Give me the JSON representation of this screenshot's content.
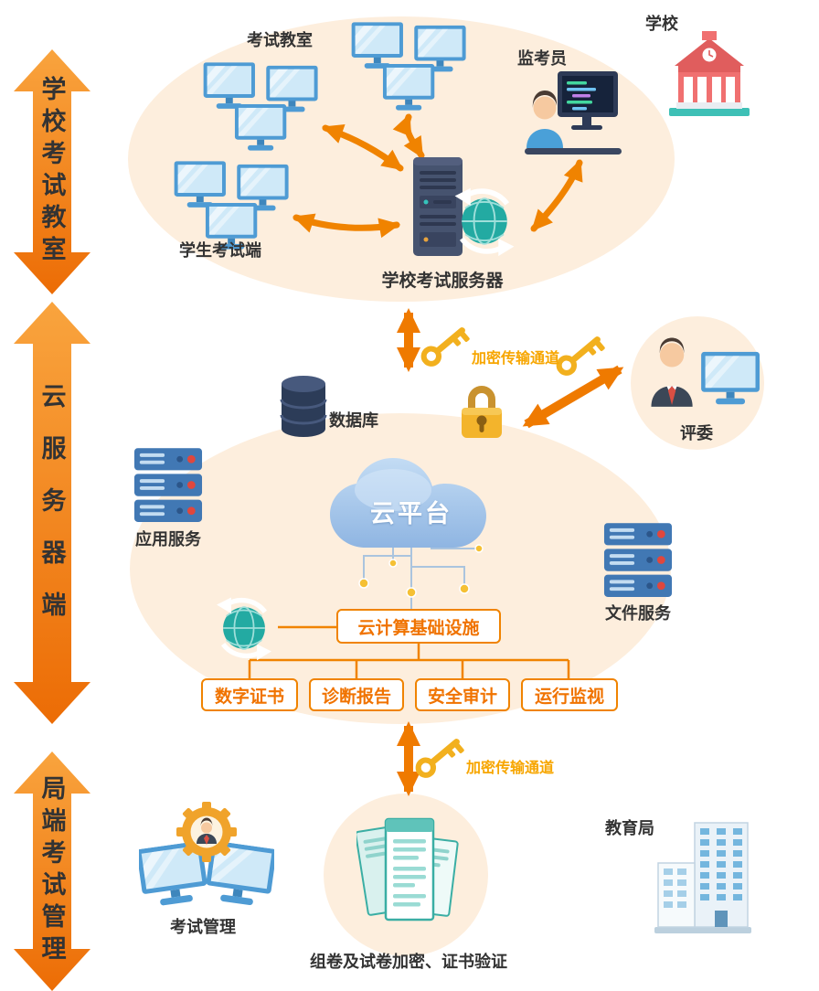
{
  "sections": {
    "top": "学校考试教室",
    "middle": "云服务器端",
    "bottom": "局端考试管理"
  },
  "classroom": {
    "exam_room": "考试教室",
    "student_terminals": "学生考试端",
    "proctor": "监考员",
    "school": "学校",
    "exam_server": "学校考试服务器"
  },
  "cloud": {
    "database": "数据库",
    "encrypted_channel": "加密传输通道",
    "judges": "评委",
    "app_service": "应用服务",
    "platform": "云平台",
    "file_service": "文件服务",
    "infrastructure": "云计算基础设施",
    "modules": [
      "数字证书",
      "诊断报告",
      "安全审计",
      "运行监视"
    ]
  },
  "bureau": {
    "encrypted_channel": "加密传输通道",
    "exam_management": "考试管理",
    "education_bureau": "教育局",
    "paper_process": "组卷及试卷加密、证书验证"
  },
  "colors": {
    "arrow_orange": "#f08300",
    "panel_peach": "#fdeedd",
    "box_border_orange": "#f08300",
    "channel_text_orange": "#f7a600",
    "monitor_blue": "#4e9bd4",
    "cloud_blue": "#9dc0e8",
    "key_gold": "#f2b01e",
    "server_navy": "#46536f",
    "globe_teal": "#23aaa2"
  }
}
